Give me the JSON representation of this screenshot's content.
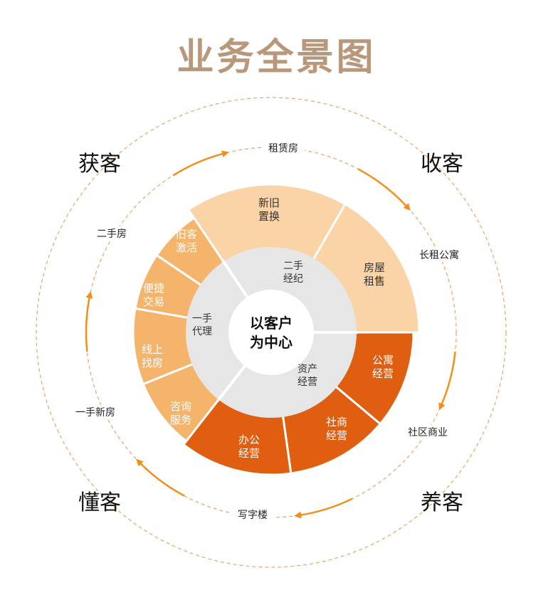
{
  "title": "业务全景图",
  "center": {
    "line1": "以客户",
    "line2": "为中心"
  },
  "corners": {
    "acquire": "获客",
    "retain": "收客",
    "nurture": "养客",
    "understand": "懂客"
  },
  "outer_ring_labels": {
    "rental_housing": "租赁房",
    "long_term_apartment": "长租公寓",
    "community_commerce": "社区商业",
    "office_building": "写字楼",
    "new_homes": "一手新房",
    "second_hand_homes": "二手房"
  },
  "middle_sectors": {
    "secondhand_brokerage": {
      "line1": "二手",
      "line2": "经纪"
    },
    "primary_agency": {
      "line1": "一手",
      "line2": "代理"
    },
    "asset_operation": {
      "line1": "资产",
      "line2": "经营"
    }
  },
  "outer_segments": {
    "replacement": {
      "line1": "新旧",
      "line2": "置换"
    },
    "house_rental": {
      "line1": "房屋",
      "line2": "租售"
    },
    "apartment_ops": {
      "line1": "公寓",
      "line2": "经营"
    },
    "community_ops": {
      "line1": "社商",
      "line2": "经营"
    },
    "office_ops": {
      "line1": "办公",
      "line2": "经营"
    },
    "consulting": {
      "line1": "咨询",
      "line2": "服务"
    },
    "online_search": {
      "line1": "线上",
      "line2": "找房"
    },
    "easy_trade": {
      "line1": "便捷",
      "line2": "交易"
    },
    "reactivation": {
      "line1": "旧客",
      "line2": "激活"
    }
  },
  "colors": {
    "title": "#b8977a",
    "light_peach": "#fad3a6",
    "light_orange": "#f5b46c",
    "dark_orange": "#e05e10",
    "inner_grey": "#e6e6e6",
    "arrow": "#f08f1a",
    "dash": "#e8a468"
  }
}
